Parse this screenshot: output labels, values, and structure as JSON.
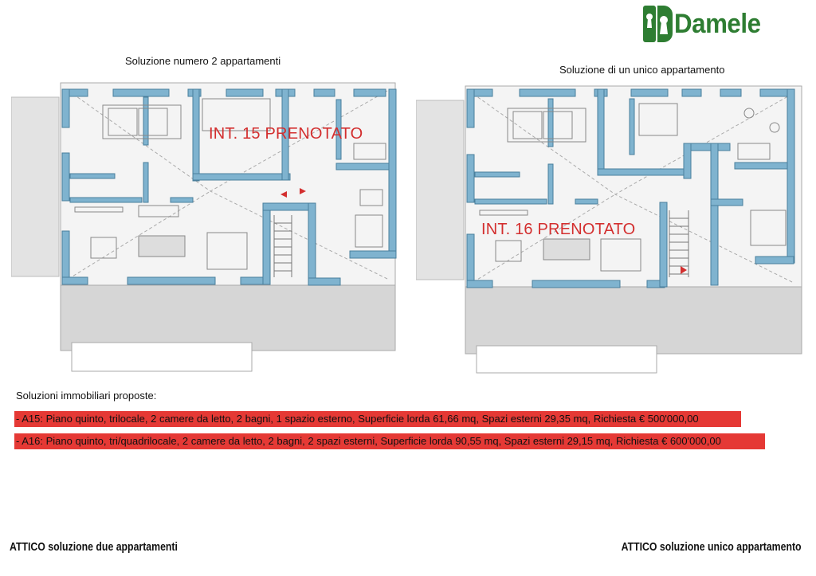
{
  "brand": {
    "name": "Damele",
    "color": "#2e7d32"
  },
  "plans": {
    "left": {
      "caption": "Soluzione numero 2 appartamenti",
      "stamp": "INT. 15 PRENOTATO"
    },
    "right": {
      "caption": "Soluzione di un unico appartamento",
      "stamp": "INT. 16 PRENOTATO"
    }
  },
  "colors": {
    "wall": "#7fb3cf",
    "wall_stroke": "#4a7f9c",
    "terrace": "#d6d6d6",
    "stamp": "#d32f2f",
    "highlight": "#e53935"
  },
  "listing": {
    "heading": "Soluzioni immobiliari proposte:",
    "items": [
      "- A15: Piano quinto, trilocale, 2 camere da letto, 2 bagni, 1 spazio esterno, Superficie lorda 61,66 mq, Spazi esterni 29,35 mq, Richiesta € 500'000,00",
      "- A16: Piano quinto, tri/quadrilocale, 2 camere da letto, 2 bagni, 2 spazi esterni, Superficie lorda 90,55 mq, Spazi esterni 29,15 mq, Richiesta € 600'000,00"
    ]
  },
  "footer": {
    "left": "ATTICO soluzione due appartamenti",
    "right": "ATTICO soluzione unico appartamento"
  }
}
